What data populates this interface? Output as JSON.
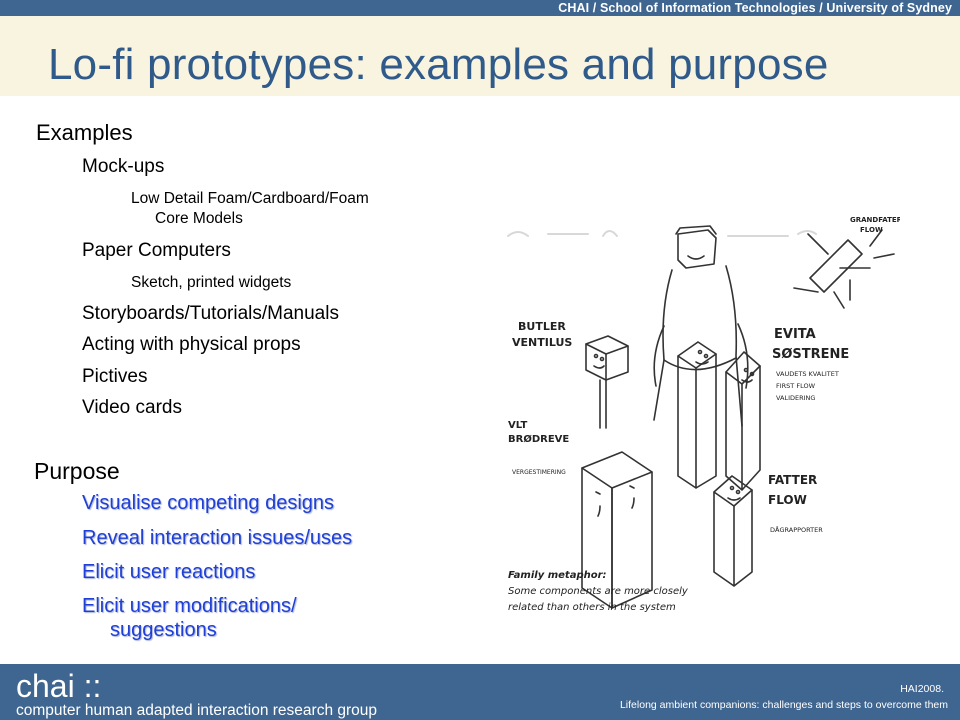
{
  "header": {
    "institution": "CHAI / School of Information Technologies / University of Sydney",
    "title": "Lo-fi prototypes: examples and purpose"
  },
  "examples": {
    "heading": "Examples",
    "mockups": "Mock-ups",
    "mockups_detail_line1": "Low Detail Foam/Cardboard/Foam",
    "mockups_detail_line2": "Core Models",
    "paper_computers": "Paper Computers",
    "paper_computers_detail": "Sketch, printed widgets",
    "storyboards": "Storyboards/Tutorials/Manuals",
    "acting": "Acting with physical props",
    "pictives": "Pictives",
    "video_cards": "Video cards"
  },
  "purpose": {
    "heading": "Purpose",
    "item1": "Visualise competing designs",
    "item2": "Reveal interaction issues/uses",
    "item3": "Elicit user reactions",
    "item4_line1": "Elicit user modifications/",
    "item4_line2": "suggestions",
    "color": "#1f3fd6"
  },
  "sketch": {
    "label_grandfather_1": "GRANDFATER",
    "label_grandfather_2": "FLOW",
    "label_butler_1": "BUTLER",
    "label_butler_2": "VENTILUS",
    "label_evita_1": "EVITA",
    "label_evita_2": "SØSTRENE",
    "label_evita_3": "VAUDETS KVALITET",
    "label_evita_4": "FIRST FLOW",
    "label_evita_5": "VALIDERING",
    "label_vlt_1": "VLT",
    "label_vlt_2": "BRØDREVE",
    "label_vlt_3": "VERGESTIMERING",
    "label_father_1": "FATTER",
    "label_father_2": "FLOW",
    "label_father_3": "DÅGRAPPORTER",
    "caption_bold": "Family metaphor:",
    "caption_line1": "Some components are more closely",
    "caption_line2": "related than others in the system"
  },
  "footer": {
    "logo": "chai ::",
    "group": "computer human adapted interaction research group",
    "conference": "HAI2008.",
    "description": "Lifelong ambient companions: challenges and steps to overcome them"
  },
  "colors": {
    "bar": "#3f6690",
    "title_band": "#f8f4e0",
    "title_text": "#2f5a8a"
  }
}
